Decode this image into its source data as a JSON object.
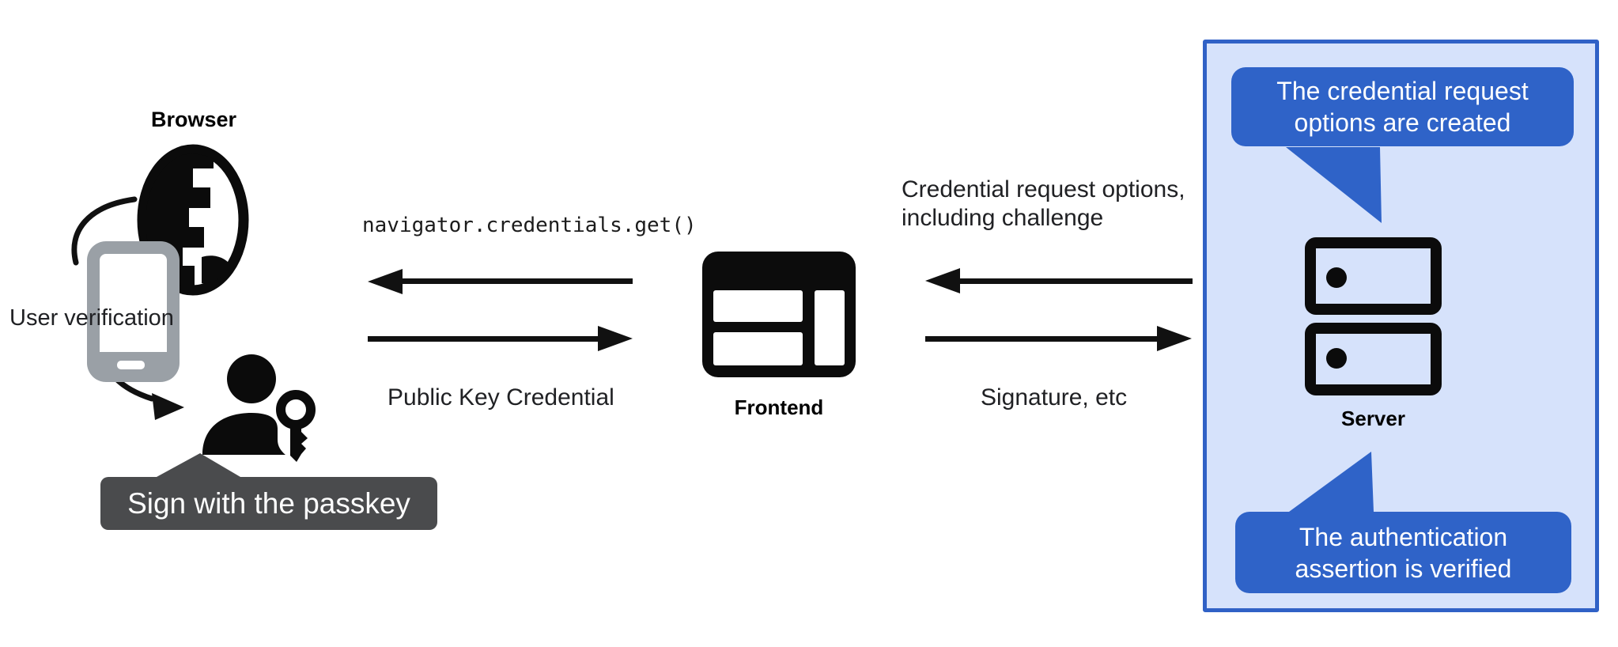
{
  "labels": {
    "browser": "Browser",
    "user_verification": "User verification",
    "sign_box": "Sign with the passkey",
    "frontend": "Frontend",
    "server": "Server"
  },
  "messages": {
    "get_call": "navigator.credentials.get()",
    "public_key_credential": "Public Key Credential",
    "credential_request_line1": "Credential request options,",
    "credential_request_line2": "including challenge",
    "signature": "Signature, etc"
  },
  "bubbles": {
    "top": {
      "line1": "The credential request",
      "line2": "options are created"
    },
    "bottom": {
      "line1": "The authentication",
      "line2": "assertion is verified"
    }
  },
  "colors": {
    "bubble_blue": "#2f63c8",
    "panel_background": "#d6e2fb",
    "panel_border": "#3061c6",
    "dark_label_background": "#4a4b4d",
    "phone_gray": "#9aa0a6",
    "icon_black": "#0c0c0c",
    "text_black": "#202124"
  }
}
